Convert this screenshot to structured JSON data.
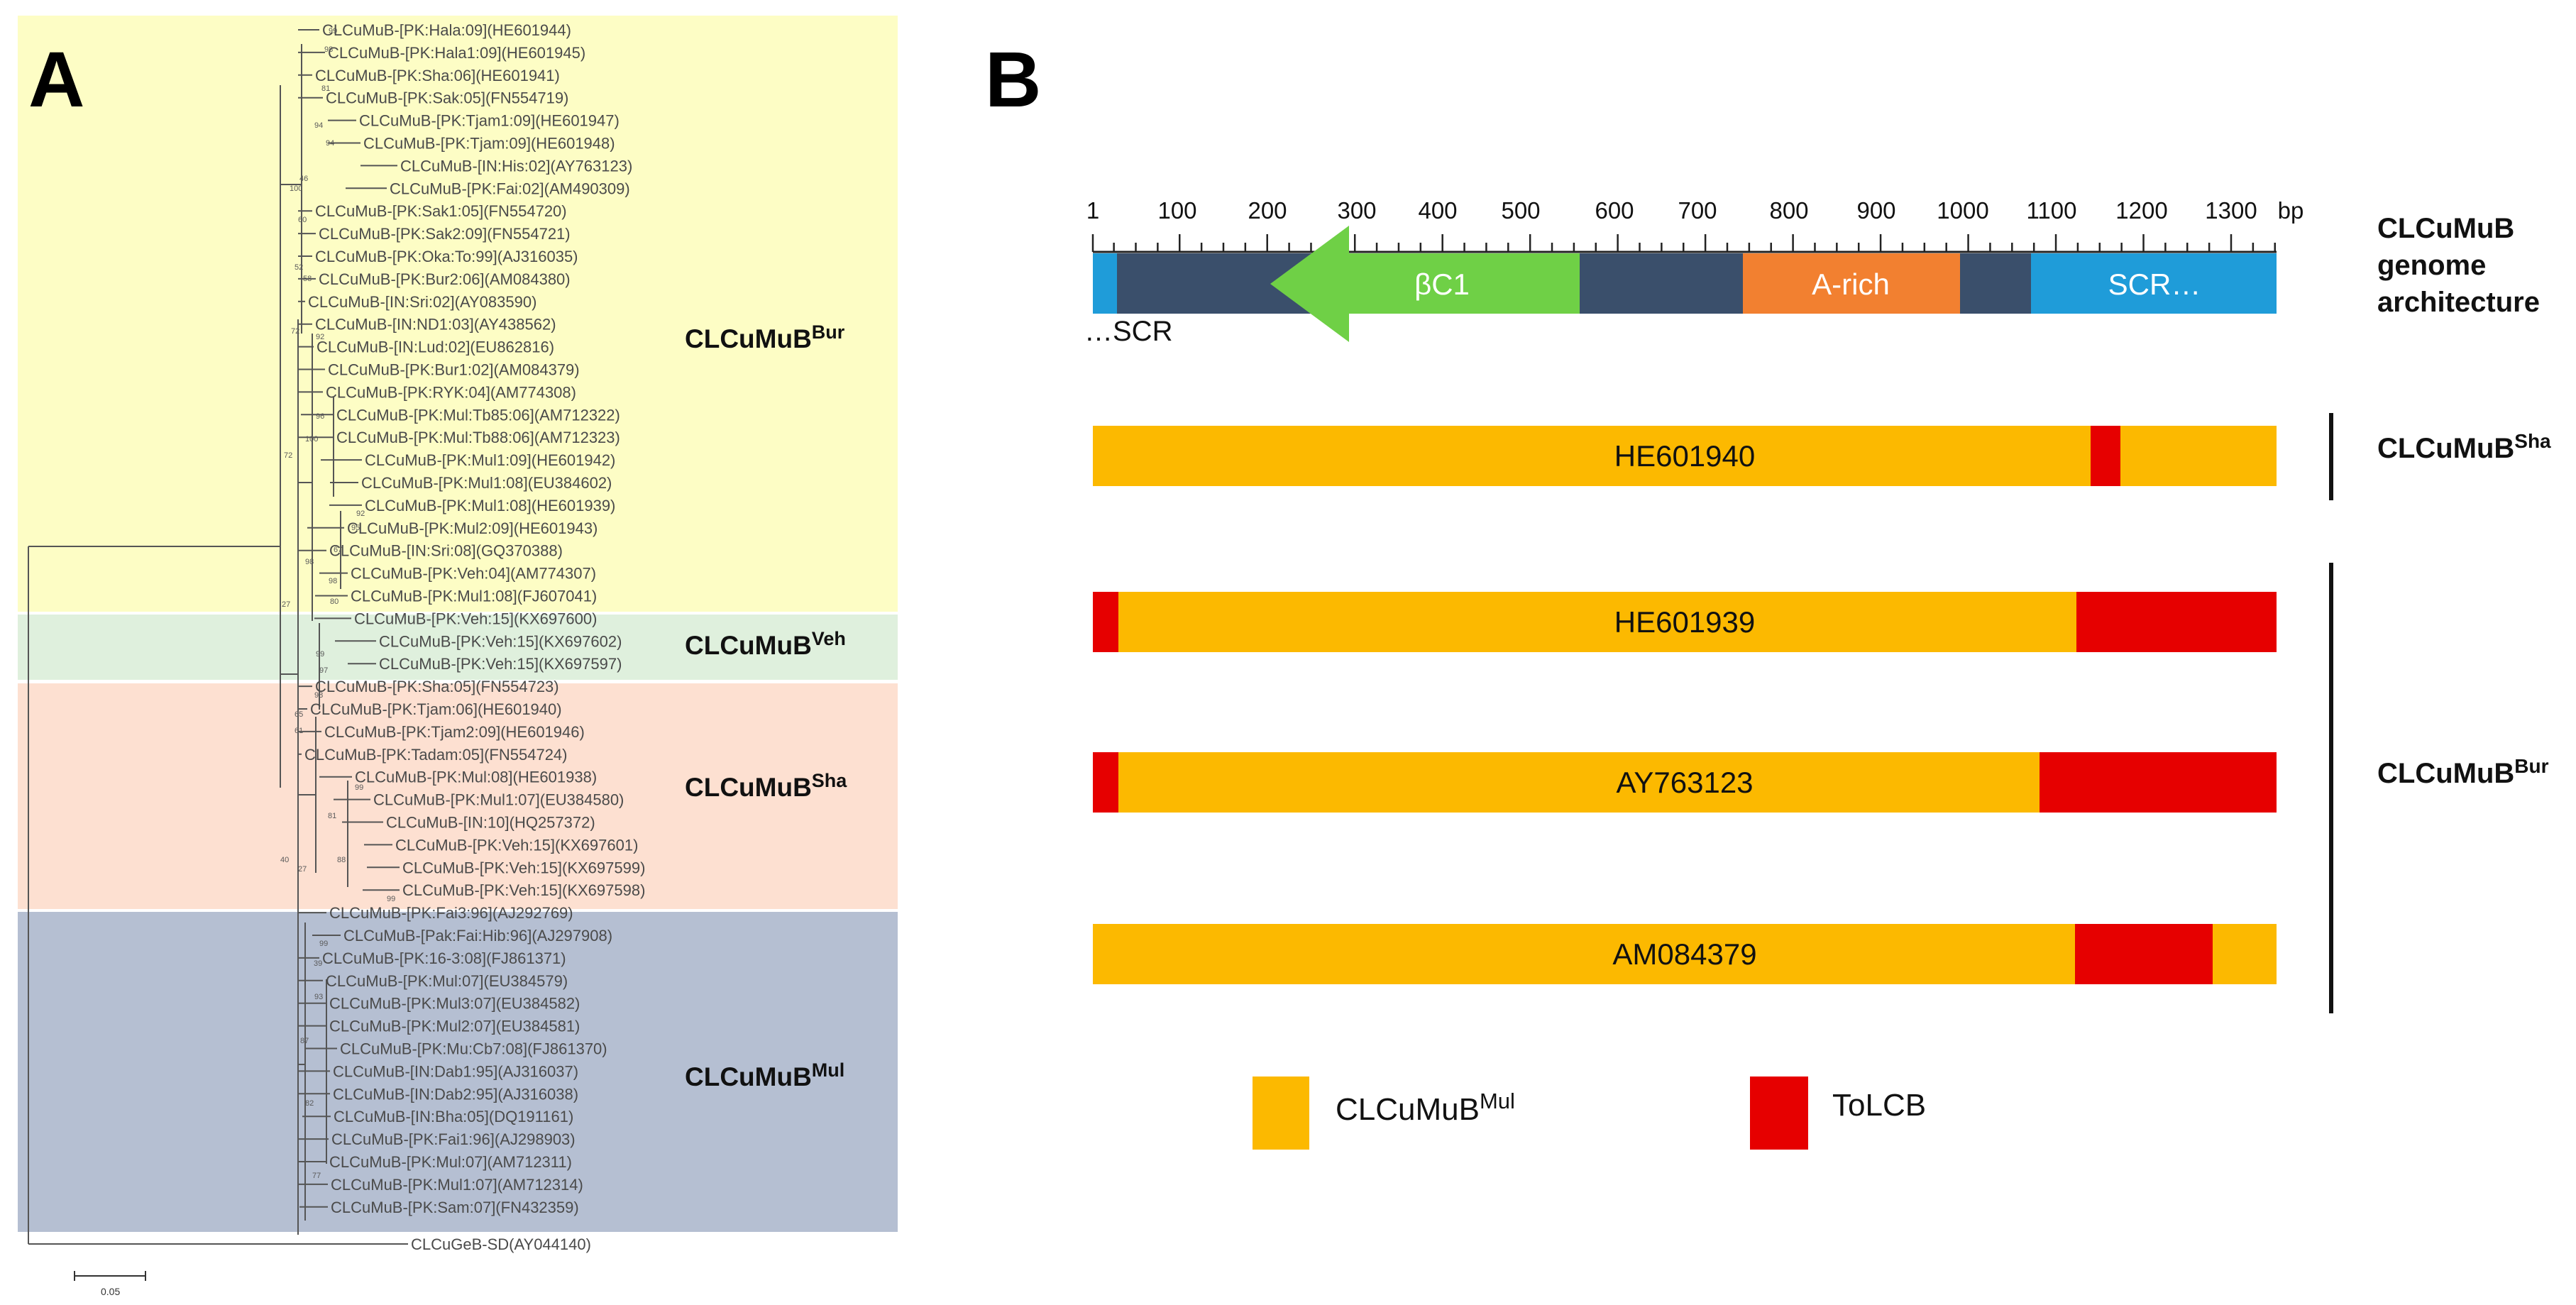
{
  "panel_a": {
    "label": "A",
    "clades": [
      {
        "name": "CLCuMuB",
        "sup": "Bur",
        "color": "#fdfdc5"
      },
      {
        "name": "CLCuMuB",
        "sup": "Veh",
        "color": "#dff0dd"
      },
      {
        "name": "CLCuMuB",
        "sup": "Sha",
        "color": "#fde0d1"
      },
      {
        "name": "CLCuMuB",
        "sup": "Mul",
        "color": "#b5bfd2"
      }
    ],
    "tips": [
      "CLCuMuB-[PK:Hala:09](HE601944)",
      "CLCuMuB-[PK:Hala1:09](HE601945)",
      "CLCuMuB-[PK:Sha:06](HE601941)",
      "CLCuMuB-[PK:Sak:05](FN554719)",
      "CLCuMuB-[PK:Tjam1:09](HE601947)",
      "CLCuMuB-[PK:Tjam:09](HE601948)",
      "CLCuMuB-[IN:His:02](AY763123)",
      "CLCuMuB-[PK:Fai:02](AM490309)",
      "CLCuMuB-[PK:Sak1:05](FN554720)",
      "CLCuMuB-[PK:Sak2:09](FN554721)",
      "CLCuMuB-[PK:Oka:To:99](AJ316035)",
      "CLCuMuB-[PK:Bur2:06](AM084380)",
      "CLCuMuB-[IN:Sri:02](AY083590)",
      "CLCuMuB-[IN:ND1:03](AY438562)",
      "CLCuMuB-[IN:Lud:02](EU862816)",
      "CLCuMuB-[PK:Bur1:02](AM084379)",
      "CLCuMuB-[PK:RYK:04](AM774308)",
      "CLCuMuB-[PK:Mul:Tb85:06](AM712322)",
      "CLCuMuB-[PK:Mul:Tb88:06](AM712323)",
      "CLCuMuB-[PK:Mul1:09](HE601942)",
      "CLCuMuB-[PK:Mul1:08](EU384602)",
      "CLCuMuB-[PK:Mul1:08](HE601939)",
      "CLCuMuB-[PK:Mul2:09](HE601943)",
      "CLCuMuB-[IN:Sri:08](GQ370388)",
      "CLCuMuB-[PK:Veh:04](AM774307)",
      "CLCuMuB-[PK:Mul1:08](FJ607041)",
      "CLCuMuB-[PK:Veh:15](KX697600)",
      "CLCuMuB-[PK:Veh:15](KX697602)",
      "CLCuMuB-[PK:Veh:15](KX697597)",
      "CLCuMuB-[PK:Sha:05](FN554723)",
      "CLCuMuB-[PK:Tjam:06](HE601940)",
      "CLCuMuB-[PK:Tjam2:09](HE601946)",
      "CLCuMuB-[PK:Tadam:05](FN554724)",
      "CLCuMuB-[PK:Mul:08](HE601938)",
      "CLCuMuB-[PK:Mul1:07](EU384580)",
      "CLCuMuB-[IN:10](HQ257372)",
      "CLCuMuB-[PK:Veh:15](KX697601)",
      "CLCuMuB-[PK:Veh:15](KX697599)",
      "CLCuMuB-[PK:Veh:15](KX697598)",
      "CLCuMuB-[PK:Fai3:96](AJ292769)",
      "CLCuMuB-[Pak:Fai:Hib:96](AJ297908)",
      "CLCuMuB-[PK:16-3:08](FJ861371)",
      "CLCuMuB-[PK:Mul:07](EU384579)",
      "CLCuMuB-[PK:Mul3:07](EU384582)",
      "CLCuMuB-[PK:Mul2:07](EU384581)",
      "CLCuMuB-[PK:Mu:Cb7:08](FJ861370)",
      "CLCuMuB-[IN:Dab1:95](AJ316037)",
      "CLCuMuB-[IN:Dab2:95](AJ316038)",
      "CLCuMuB-[IN:Bha:05](DQ191161)",
      "CLCuMuB-[PK:Fai1:96](AJ298903)",
      "CLCuMuB-[PK:Mul:07](AM712311)",
      "CLCuMuB-[PK:Mul1:07](AM712314)",
      "CLCuMuB-[PK:Sam:07](FN432359)",
      "CLCuGeB-SD(AY044140)"
    ],
    "bootstraps": [
      "99",
      "98",
      "81",
      "94",
      "94",
      "46",
      "100",
      "60",
      "52",
      "58",
      "72",
      "92",
      "96",
      "100",
      "72",
      "92",
      "95",
      "67",
      "98",
      "98",
      "80",
      "27",
      "99",
      "97",
      "98",
      "65",
      "61",
      "99",
      "81",
      "88",
      "99",
      "27",
      "40",
      "99",
      "39",
      "93",
      "87",
      "82",
      "77"
    ],
    "scale_label": "0.05"
  },
  "panel_b": {
    "label": "B",
    "ruler": {
      "ticks": [
        "1",
        "100",
        "200",
        "300",
        "400",
        "500",
        "600",
        "700",
        "800",
        "900",
        "1000",
        "1100",
        "1200",
        "1300"
      ],
      "unit": "bp"
    },
    "architecture": {
      "title_lines": [
        "CLCuMuB",
        "genome",
        "architecture"
      ],
      "segments": [
        {
          "label": "βC1",
          "color": "#6fd046"
        },
        {
          "label": "A-rich",
          "color": "#f28030"
        },
        {
          "label": "SCR…",
          "color": "#1f9cd9"
        }
      ],
      "scr_left_label": "…SCR",
      "backbone_color": "#3a4f6b"
    },
    "recombinants": [
      {
        "accession": "HE601940"
      },
      {
        "accession": "HE601939"
      },
      {
        "accession": "AY763123"
      },
      {
        "accession": "AM084379"
      }
    ],
    "groups": [
      {
        "name": "CLCuMuB",
        "sup": "Sha"
      },
      {
        "name": "CLCuMuB",
        "sup": "Bur"
      }
    ],
    "legend": [
      {
        "name": "CLCuMuB",
        "sup": "Mul",
        "color": "#fcb900"
      },
      {
        "name": "ToLCB",
        "sup": "",
        "color": "#e60000"
      }
    ]
  }
}
